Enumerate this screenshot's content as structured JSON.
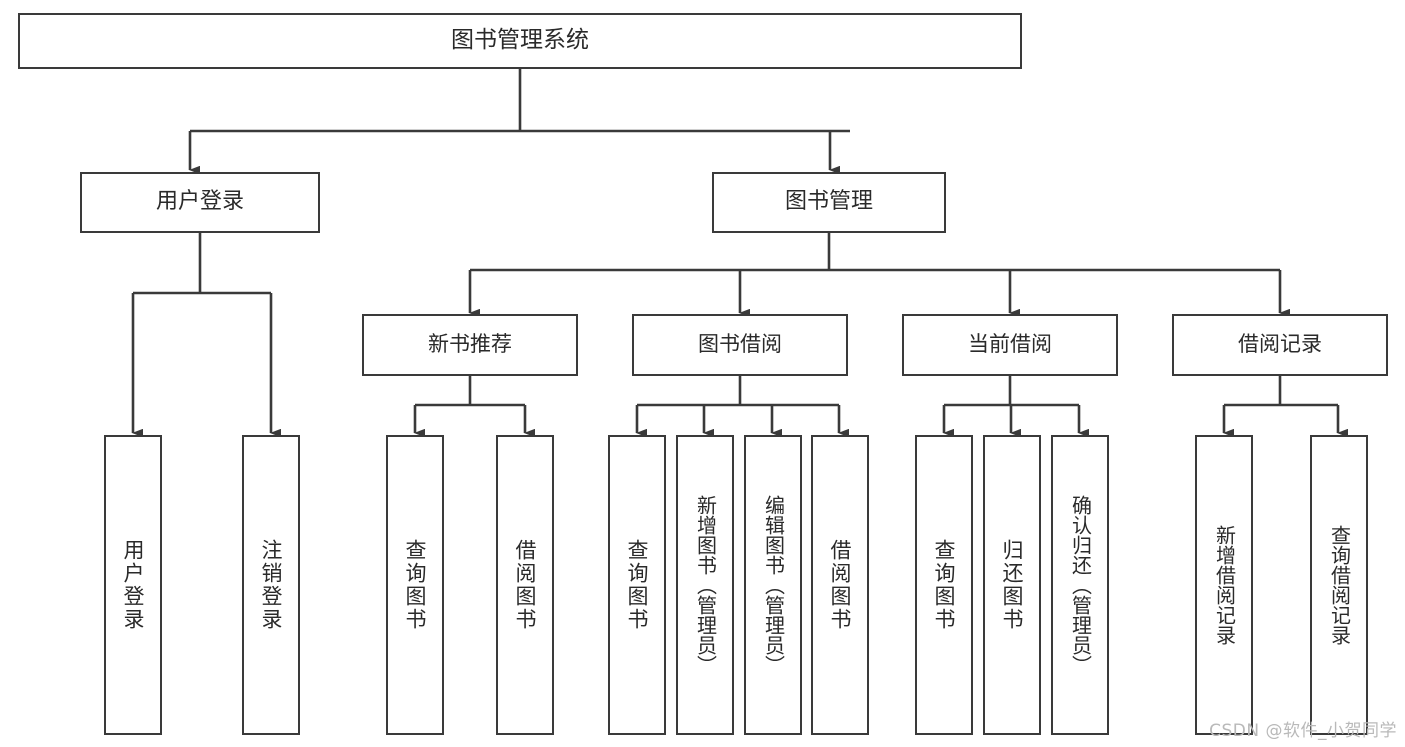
{
  "diagram": {
    "type": "tree",
    "title": "图书管理系统",
    "watermark": "CSDN @软件_小贺同学",
    "colors": {
      "box_border": "#3a3a3a",
      "box_fill": "#ffffff",
      "edge": "#3a3a3a",
      "text": "#2a2a2a",
      "watermark": "#b9b9b9",
      "background": "#ffffff"
    },
    "nodes": {
      "root": {
        "label": "图书管理系统"
      },
      "level1": [
        {
          "id": "user-login",
          "label": "用户登录"
        },
        {
          "id": "book-manage",
          "label": "图书管理"
        }
      ],
      "level2": [
        {
          "id": "new-book-recommend",
          "label": "新书推荐"
        },
        {
          "id": "book-borrow",
          "label": "图书借阅"
        },
        {
          "id": "current-borrow",
          "label": "当前借阅"
        },
        {
          "id": "borrow-record",
          "label": "借阅记录"
        }
      ],
      "leaves": {
        "user-login": [
          {
            "id": "leaf-user-login",
            "label": "用户登录"
          },
          {
            "id": "leaf-logout-login",
            "label": "注销登录"
          }
        ],
        "new-book-recommend": [
          {
            "id": "leaf-query-book-1",
            "label": "查询图书"
          },
          {
            "id": "leaf-borrow-book-1",
            "label": "借阅图书"
          }
        ],
        "book-borrow": [
          {
            "id": "leaf-query-book-2",
            "label": "查询图书"
          },
          {
            "id": "leaf-add-book",
            "label": "新增图书（管理员）"
          },
          {
            "id": "leaf-edit-book",
            "label": "编辑图书（管理员）"
          },
          {
            "id": "leaf-borrow-book-2",
            "label": "借阅图书"
          }
        ],
        "current-borrow": [
          {
            "id": "leaf-query-book-3",
            "label": "查询图书"
          },
          {
            "id": "leaf-return-book",
            "label": "归还图书"
          },
          {
            "id": "leaf-confirm-return",
            "label": "确认归还（管理员）"
          }
        ],
        "borrow-record": [
          {
            "id": "leaf-add-record",
            "label": "新增借阅记录"
          },
          {
            "id": "leaf-query-record",
            "label": "查询借阅记录"
          }
        ]
      }
    }
  }
}
